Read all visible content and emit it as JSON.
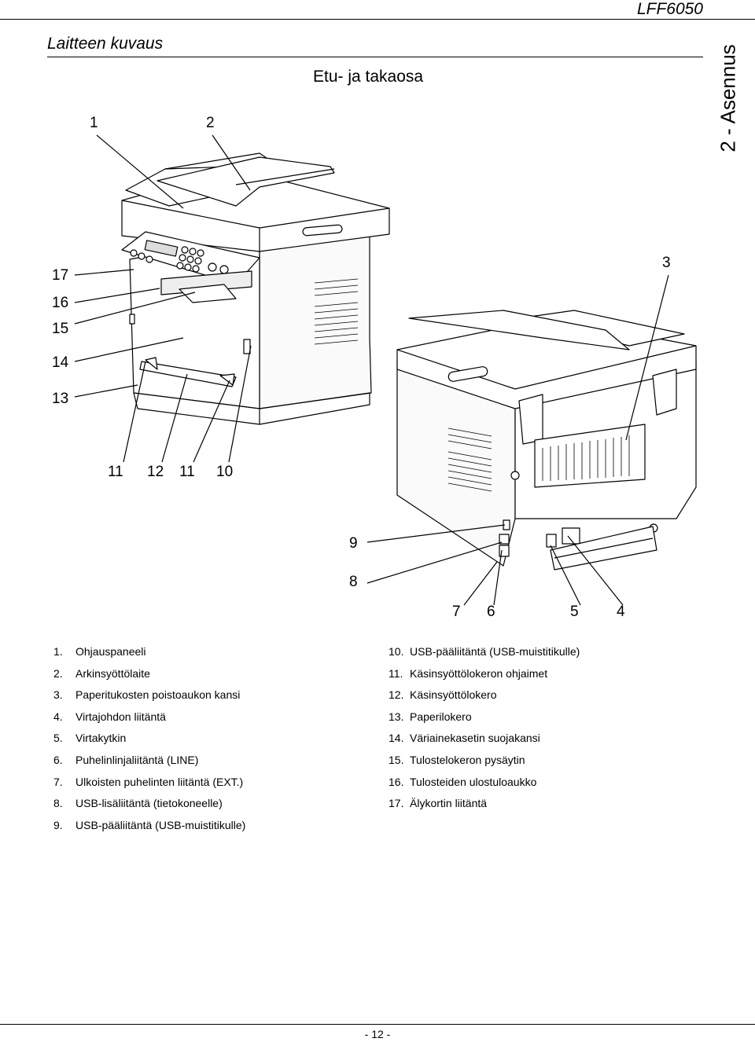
{
  "header": {
    "model": "LFF6050",
    "section_title": "Laitteen kuvaus",
    "chapter_tab": "2 - Asennus"
  },
  "figure": {
    "title": "Etu- ja takaosa",
    "callouts": [
      "1",
      "2",
      "3",
      "4",
      "5",
      "6",
      "7",
      "8",
      "9",
      "10",
      "11",
      "12",
      "11",
      "13",
      "14",
      "15",
      "16",
      "17"
    ]
  },
  "legend": {
    "left": [
      {
        "num": "1.",
        "text": "Ohjauspaneeli"
      },
      {
        "num": "2.",
        "text": "Arkinsyöttölaite"
      },
      {
        "num": "3.",
        "text": "Paperitukosten poistoaukon kansi"
      },
      {
        "num": "4.",
        "text": "Virtajohdon liitäntä"
      },
      {
        "num": "5.",
        "text": "Virtakytkin"
      },
      {
        "num": "6.",
        "text": "Puhelinlinjaliitäntä (LINE)"
      },
      {
        "num": "7.",
        "text": "Ulkoisten puhelinten liitäntä (EXT.)"
      },
      {
        "num": "8.",
        "text": "USB-lisäliitäntä (tietokoneelle)"
      },
      {
        "num": "9.",
        "text": "USB-pääliitäntä (USB-muistitikulle)"
      }
    ],
    "right": [
      {
        "num": "10.",
        "text": "USB-pääliitäntä (USB-muistitikulle)"
      },
      {
        "num": "11.",
        "text": "Käsinsyöttölokeron ohjaimet"
      },
      {
        "num": "12.",
        "text": "Käsinsyöttölokero"
      },
      {
        "num": "13.",
        "text": "Paperilokero"
      },
      {
        "num": "14.",
        "text": "Väriainekasetin suojakansi"
      },
      {
        "num": "15.",
        "text": "Tulostelokeron pysäytin"
      },
      {
        "num": "16.",
        "text": "Tulosteiden ulostuloaukko"
      },
      {
        "num": "17.",
        "text": "Älykortin liitäntä"
      }
    ]
  },
  "footer": {
    "page_number": "- 12 -"
  }
}
